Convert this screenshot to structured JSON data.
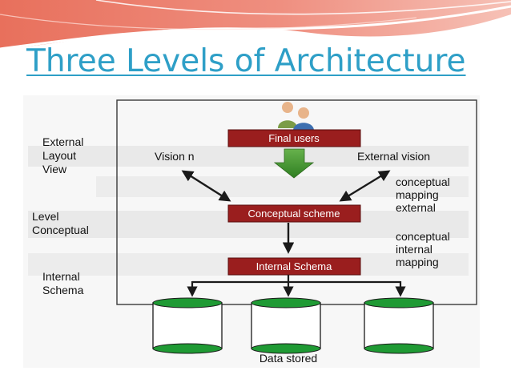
{
  "slide": {
    "title": "Three Levels of Architecture"
  },
  "diagram": {
    "left_labels": {
      "external_line1": "External",
      "external_line2": "Layout",
      "external_line3": "View",
      "conceptual_line1": "Level",
      "conceptual_line2": "Conceptual",
      "internal_line1": "Internal",
      "internal_line2": "Schema"
    },
    "boxes": {
      "final_users": "Final users",
      "conceptual_scheme": "Conceptual scheme",
      "internal_schema": "Internal Schema"
    },
    "views": {
      "left": "Vision n",
      "right": "External vision"
    },
    "right_labels": {
      "external_mapping_line1": "conceptual",
      "external_mapping_line2": "mapping",
      "external_mapping_line3": "external",
      "internal_mapping_line1": "conceptual",
      "internal_mapping_line2": "internal",
      "internal_mapping_line3": "mapping"
    },
    "storage_label": "Data stored",
    "icons": {
      "users": "users-icon",
      "database": "database-icon"
    },
    "colors": {
      "box_fill": "#9a1e1e",
      "arrow_green": "#3b8a2a",
      "cylinder_green": "#1f9a34",
      "title": "#2e9fc7"
    }
  }
}
